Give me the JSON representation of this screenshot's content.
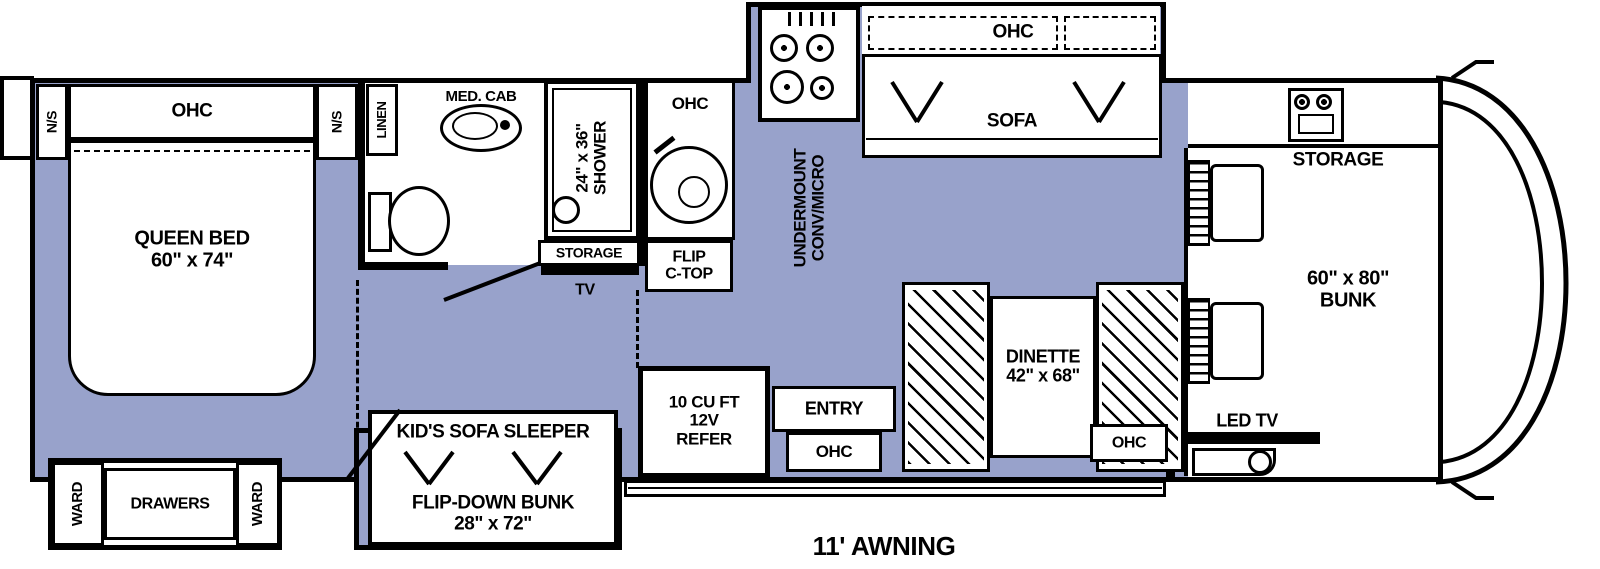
{
  "labels": {
    "ns_left": "N/S",
    "bed_ohc": "OHC",
    "ns_right": "N/S",
    "queen_l1": "QUEEN BED",
    "queen_l2": "60\" x 74\"",
    "ward_left": "WARD",
    "drawers": "DRAWERS",
    "ward_right": "WARD",
    "kids_title": "KID'S SOFA SLEEPER",
    "kids_bunk_l1": "FLIP-DOWN BUNK",
    "kids_bunk_l2": "28\" x 72\"",
    "linen": "LINEN",
    "med_cab": "MED. CAB",
    "shower_l1": "24\" x 36\"",
    "shower_l2": "SHOWER",
    "shower_storage": "STORAGE",
    "tv": "TV",
    "kitchen_ohc": "OHC",
    "flip_l1": "FLIP",
    "flip_l2": "C-TOP",
    "undermount_l1": "UNDERMOUNT",
    "undermount_l2": "CONV/MICRO",
    "sofa_ohc": "OHC",
    "sofa": "SOFA",
    "refer_l1": "10 CU FT",
    "refer_l2": "12V",
    "refer_l3": "REFER",
    "entry": "ENTRY",
    "entry_ohc": "OHC",
    "dinette_l1": "DINETTE",
    "dinette_l2": "42\" x 68\"",
    "dinette_ohc": "OHC",
    "storage_front": "STORAGE",
    "bunk_l1": "60\" x 80\"",
    "bunk_l2": "BUNK",
    "led_tv": "LED TV",
    "awning": "11' AWNING"
  },
  "colors": {
    "floor": "#98a2cb",
    "line": "#000000",
    "furniture": "#ffffff"
  }
}
